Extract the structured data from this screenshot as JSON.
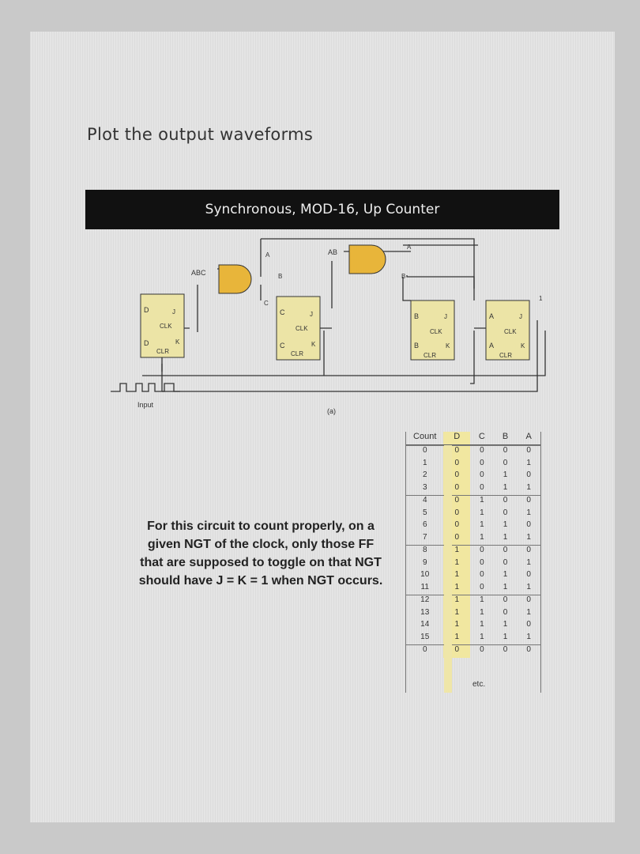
{
  "heading": "Plot the output waveforms",
  "banner": "Synchronous, MOD-16, Up Counter",
  "circuit": {
    "caption": "(a)",
    "input_label": "Input",
    "gate1_label": "ABC",
    "gate2_label": "AB",
    "ff_labels": {
      "clk": "CLK",
      "j": "J",
      "k": "K",
      "clr": "CLR"
    },
    "ff_names": [
      "D",
      "C",
      "B",
      "A"
    ],
    "wire_labels": {
      "a": "A",
      "b": "B",
      "c": "C"
    },
    "high_input": "1",
    "colors": {
      "ff_fill": "#ece4a6",
      "gate_fill": "#e8b53a",
      "wire": "#333333"
    }
  },
  "note": "For this circuit to count properly, on a given NGT of the clock, only those FF that are supposed to toggle on that NGT should have J = K = 1 when NGT occurs.",
  "table": {
    "headers": [
      "Count",
      "D",
      "C",
      "B",
      "A"
    ],
    "rows": [
      [
        "0",
        "0",
        "0",
        "0",
        "0"
      ],
      [
        "1",
        "0",
        "0",
        "0",
        "1"
      ],
      [
        "2",
        "0",
        "0",
        "1",
        "0"
      ],
      [
        "3",
        "0",
        "0",
        "1",
        "1"
      ],
      [
        "4",
        "0",
        "1",
        "0",
        "0"
      ],
      [
        "5",
        "0",
        "1",
        "0",
        "1"
      ],
      [
        "6",
        "0",
        "1",
        "1",
        "0"
      ],
      [
        "7",
        "0",
        "1",
        "1",
        "1"
      ],
      [
        "8",
        "1",
        "0",
        "0",
        "0"
      ],
      [
        "9",
        "1",
        "0",
        "0",
        "1"
      ],
      [
        "10",
        "1",
        "0",
        "1",
        "0"
      ],
      [
        "11",
        "1",
        "0",
        "1",
        "1"
      ],
      [
        "12",
        "1",
        "1",
        "0",
        "0"
      ],
      [
        "13",
        "1",
        "1",
        "0",
        "1"
      ],
      [
        "14",
        "1",
        "1",
        "1",
        "0"
      ],
      [
        "15",
        "1",
        "1",
        "1",
        "1"
      ],
      [
        "0",
        "0",
        "0",
        "0",
        "0"
      ]
    ],
    "footer": "etc."
  }
}
